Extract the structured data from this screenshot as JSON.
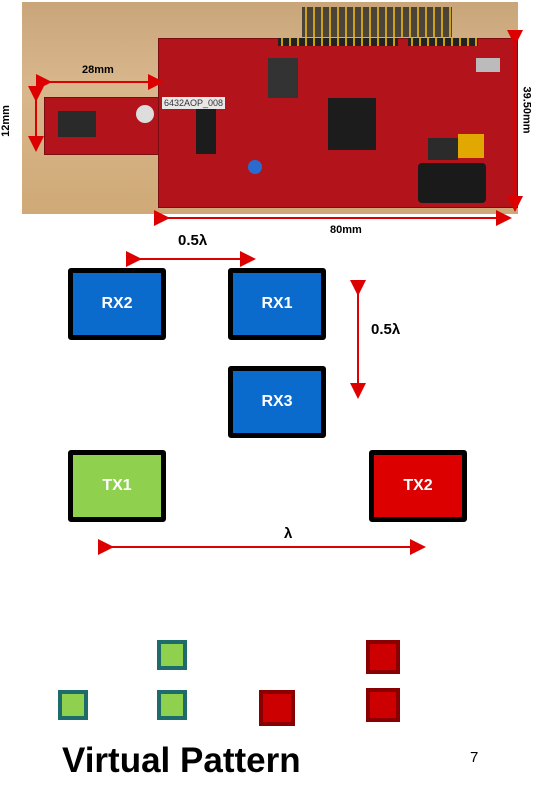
{
  "photo": {
    "dimensions": {
      "width_top": "28mm",
      "height_left": "12mm",
      "height_right": "39.50mm",
      "width_bottom": "80mm"
    },
    "board_label": "6432AOP_008"
  },
  "array": {
    "spacing_horizontal": "0.5λ",
    "spacing_vertical": "0.5λ",
    "spacing_tx": "λ",
    "antennas": {
      "rx2": "RX2",
      "rx1": "RX1",
      "rx3": "RX3",
      "tx1": "TX1",
      "tx2": "TX2"
    }
  },
  "colors": {
    "rx": "#0a6bcc",
    "tx1": "#8fd14f",
    "tx2": "#dd0000",
    "arrow": "#dd0000"
  },
  "footer": {
    "title": "Virtual Pattern",
    "page_number": "7"
  }
}
